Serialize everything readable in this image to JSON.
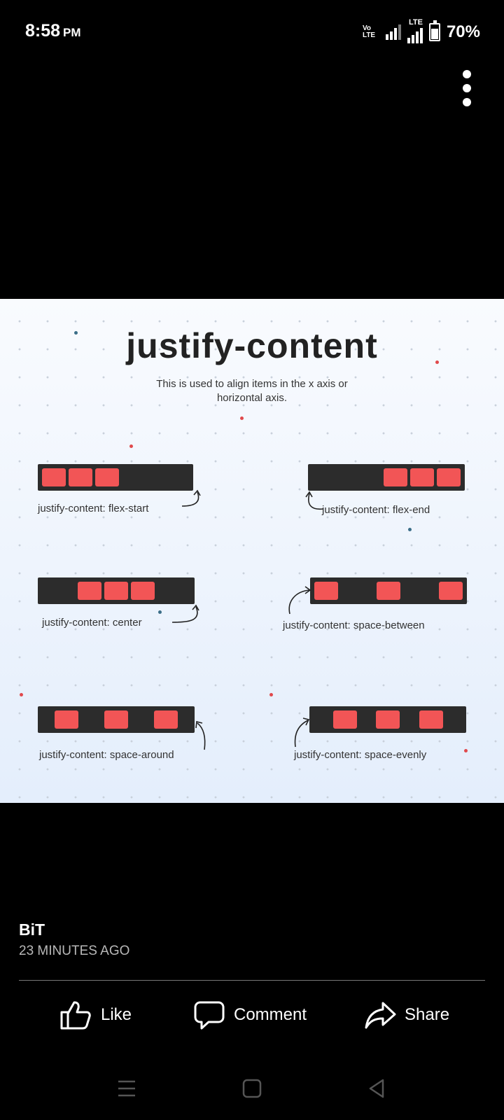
{
  "status_bar": {
    "time": "8:58",
    "ampm": "PM",
    "network_label": "VoLTE",
    "lte_label": "LTE",
    "battery_percent_text": "70%",
    "battery_level": 0.7
  },
  "image": {
    "title": "justify-content",
    "subtitle": "This is used to align items in the x axis or horizontal axis.",
    "colors": {
      "bar": "#2c2c2c",
      "box": "#f25556"
    },
    "demos": [
      {
        "caption": "justify-content: flex-start"
      },
      {
        "caption": "justify-content: flex-end"
      },
      {
        "caption": "justify-content: center"
      },
      {
        "caption": "justify-content: space-between"
      },
      {
        "caption": "justify-content: space-around"
      },
      {
        "caption": "justify-content: space-evenly"
      }
    ]
  },
  "post": {
    "author": "BiT",
    "time": "23 MINUTES AGO"
  },
  "actions": {
    "like": "Like",
    "comment": "Comment",
    "share": "Share"
  }
}
